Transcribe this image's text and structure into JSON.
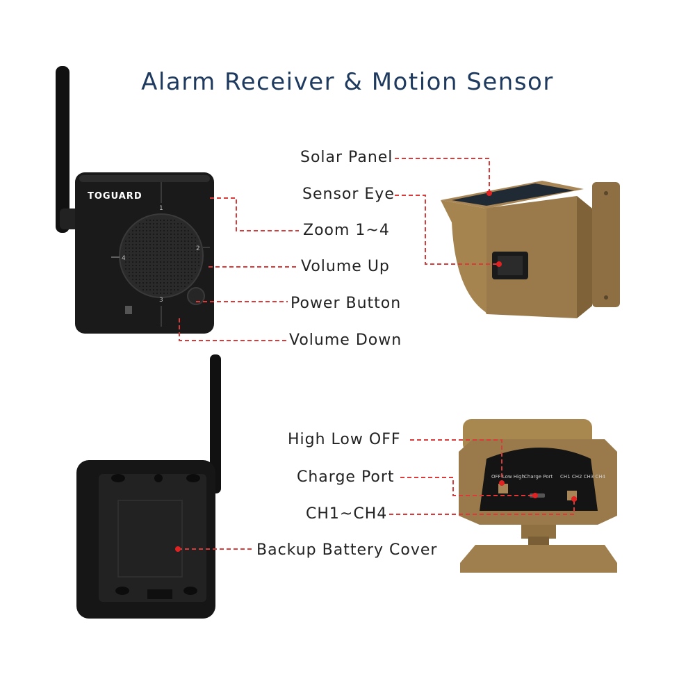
{
  "title": "Alarm Receiver & Motion Sensor",
  "brand": "TOGUARD",
  "labels": {
    "solar_panel": "Solar Panel",
    "sensor_eye": "Sensor Eye",
    "zoom": "Zoom 1~4",
    "volume_up": "Volume Up",
    "power_button": "Power Button",
    "volume_down": "Volume Down",
    "high_low_off": "High Low OFF",
    "charge_port": "Charge Port",
    "channels": "CH1~CH4",
    "battery_cover": "Backup Battery Cover"
  },
  "panel_text": {
    "switch1": "OFF Low High",
    "port": "Charge Port",
    "switch2": "CH1 CH2 CH3 CH4"
  },
  "zone_numbers": [
    "1",
    "2",
    "3",
    "4"
  ],
  "colors": {
    "title": "#1f3a5f",
    "leader": "#d93a3a",
    "device_black": "#1a1a1a",
    "sensor_brown": "#9a7a4a"
  }
}
